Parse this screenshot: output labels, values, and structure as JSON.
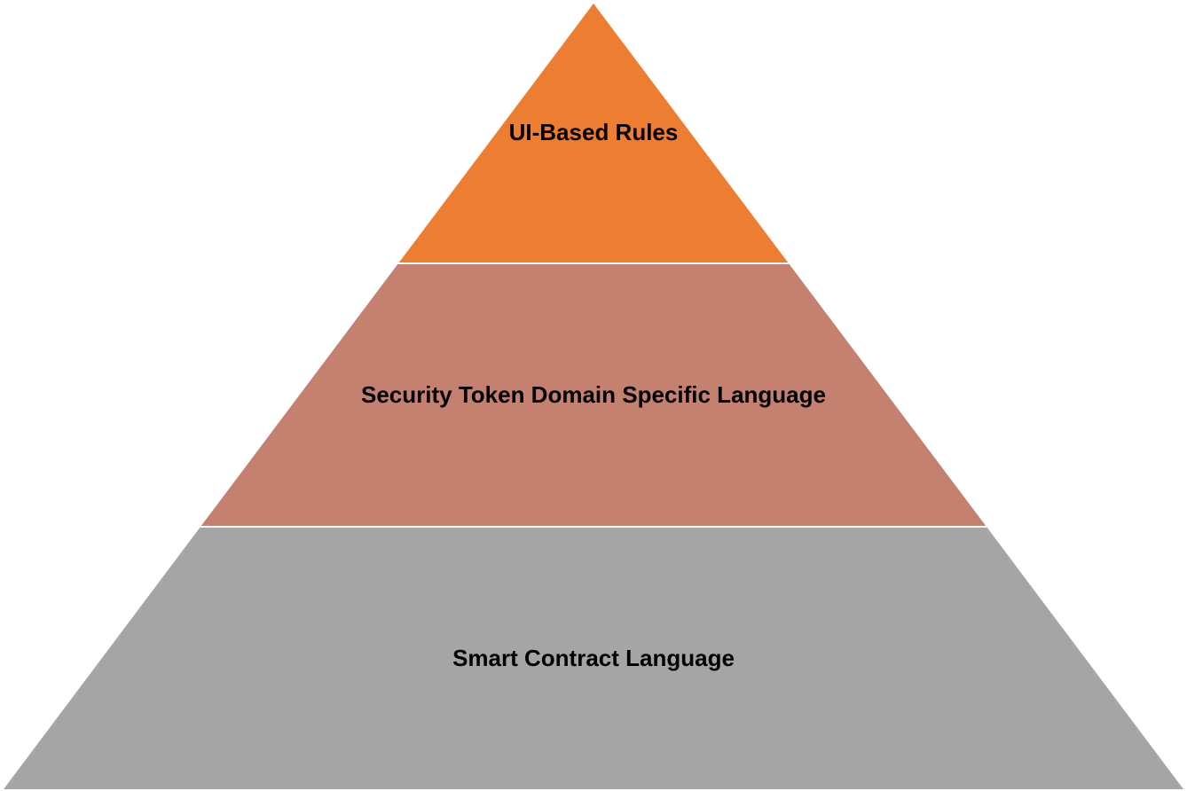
{
  "pyramid": {
    "tiers": [
      {
        "label": "UI-Based Rules",
        "color": "#ED7D31"
      },
      {
        "label": "Security Token Domain Specific Language",
        "color": "#C48170"
      },
      {
        "label": "Smart Contract Language",
        "color": "#A5A5A5"
      }
    ],
    "separator_color": "#FFFFFF"
  }
}
